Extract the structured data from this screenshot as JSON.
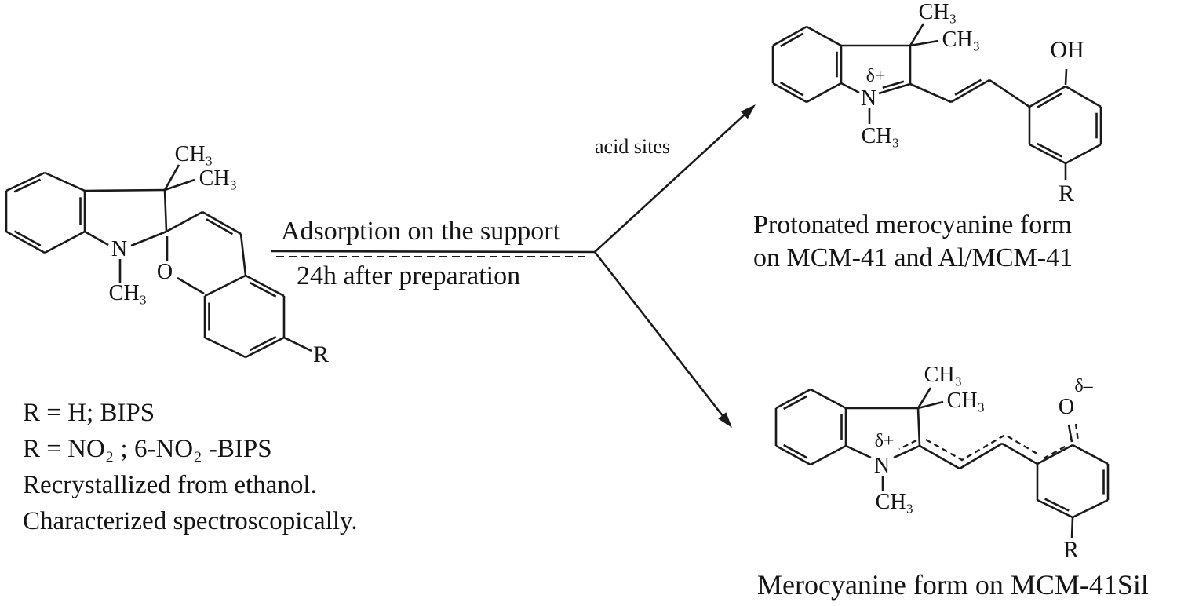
{
  "figure": {
    "background": "#ffffff",
    "ink": "#1a1a1a"
  },
  "reactant": {
    "name": "spiropyran",
    "atoms": {
      "ch3_top": "CH₃",
      "ch3_side": "CH₃",
      "n": "N",
      "n_ch3": "CH₃",
      "o": "O",
      "r": "R"
    },
    "notes": {
      "line1": "R = H; BIPS",
      "line2": "R = NO₂ ; 6-NO₂ -BIPS",
      "line3": "Recrystallized from ethanol.",
      "line4": "Characterized spectroscopically."
    }
  },
  "reaction": {
    "condition_top": "Adsorption on the support",
    "condition_bottom": "24h after preparation",
    "branch_top_label": "acid sites"
  },
  "product_top": {
    "atoms": {
      "ch3_top": "CH₃",
      "ch3_side": "CH₃",
      "delta_plus": "δ+",
      "n": "N",
      "n_ch3": "CH₃",
      "oh": "OH",
      "r": "R"
    },
    "caption_line1": "Protonated merocyanine form",
    "caption_line2": "on MCM-41 and Al/MCM-41"
  },
  "product_bottom": {
    "atoms": {
      "ch3_top": "CH₃",
      "ch3_side": "CH₃",
      "delta_plus": "δ+",
      "n": "N",
      "n_ch3": "CH₃",
      "o": "O",
      "delta_minus": "δ–",
      "r": "R"
    },
    "caption": "Merocyanine form on MCM-41Sil"
  }
}
